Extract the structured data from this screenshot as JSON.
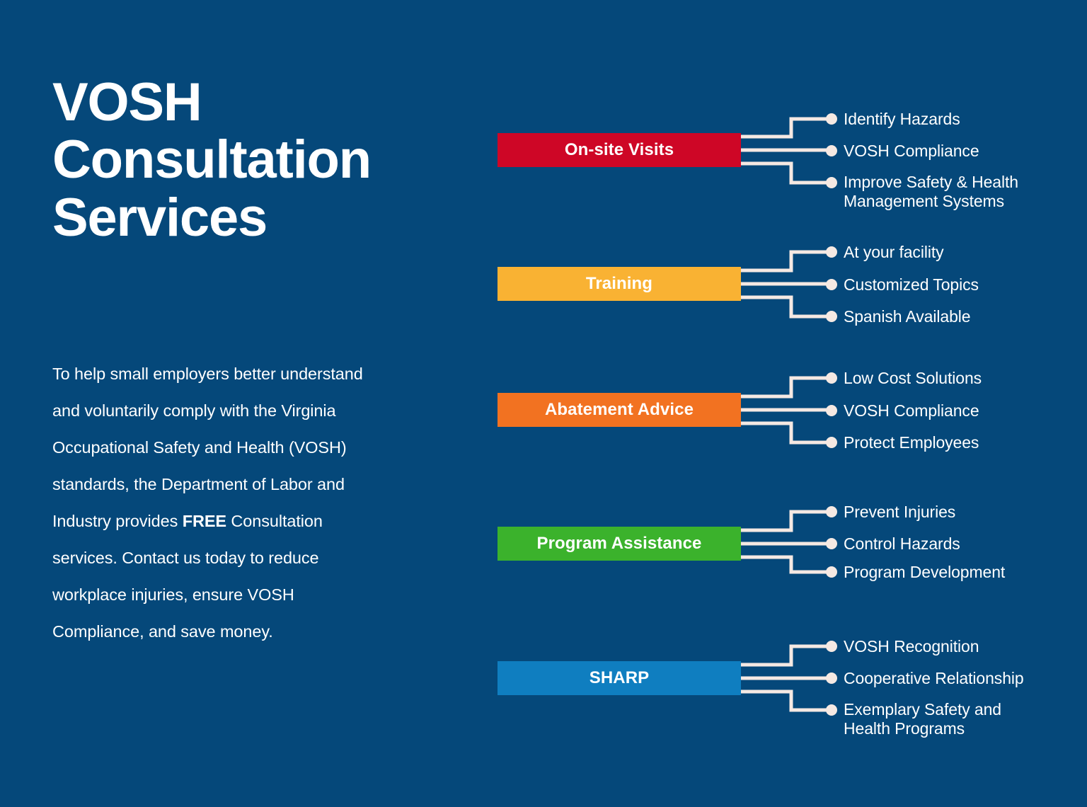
{
  "theme": {
    "background_color": "#05487a",
    "text_color": "#ffffff",
    "connector_color": "#f5e9e3"
  },
  "title": "VOSH\nConsultation\nServices",
  "intro": {
    "before_free": "To help small employers better understand and voluntarily comply with the Virginia Occupational Safety and Health (VOSH) standards, the Department of Labor and Industry provides ",
    "free": "FREE",
    "after_free": " Consultation services. Contact us today to reduce workplace injuries, ensure VOSH Compliance, and save money."
  },
  "branches": [
    {
      "label": "On-site Visits",
      "color": "#ce0626",
      "items": [
        "Identify Hazards",
        "VOSH Compliance",
        "Improve Safety & Health\nManagement Systems"
      ]
    },
    {
      "label": "Training",
      "color": "#f9b233",
      "items": [
        "At your facility",
        "Customized Topics",
        "Spanish Available"
      ]
    },
    {
      "label": "Abatement Advice",
      "color": "#f27221",
      "items": [
        "Low Cost Solutions",
        "VOSH Compliance",
        "Protect Employees"
      ]
    },
    {
      "label": "Program Assistance",
      "color": "#3bb22c",
      "items": [
        "Prevent Injuries",
        "Control Hazards",
        "Program Development"
      ]
    },
    {
      "label": "SHARP",
      "color": "#0f7ec0",
      "items": [
        "VOSH Recognition",
        "Cooperative Relationship",
        "Exemplary Safety and\nHealth Programs"
      ]
    }
  ]
}
